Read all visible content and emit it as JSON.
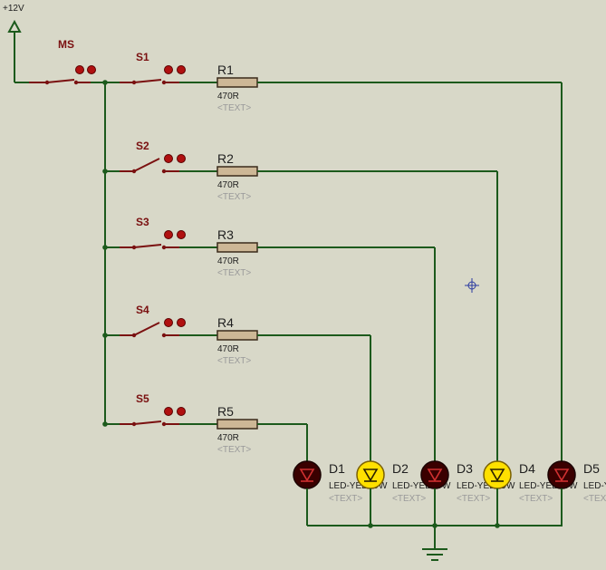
{
  "power": {
    "label": "+12V"
  },
  "main_switch": {
    "ref": "MS"
  },
  "switches": [
    {
      "ref": "S1"
    },
    {
      "ref": "S2"
    },
    {
      "ref": "S3"
    },
    {
      "ref": "S4"
    },
    {
      "ref": "S5"
    }
  ],
  "resistors": [
    {
      "ref": "R1",
      "value": "470R",
      "text": "<TEXT>"
    },
    {
      "ref": "R2",
      "value": "470R",
      "text": "<TEXT>"
    },
    {
      "ref": "R3",
      "value": "470R",
      "text": "<TEXT>"
    },
    {
      "ref": "R4",
      "value": "470R",
      "text": "<TEXT>"
    },
    {
      "ref": "R5",
      "value": "470R",
      "text": "<TEXT>"
    }
  ],
  "leds": [
    {
      "ref": "D1",
      "part": "LED-YELLOW",
      "text": "<TEXT>",
      "lit": false
    },
    {
      "ref": "D2",
      "part": "LED-YELLOW",
      "text": "<TEXT>",
      "lit": true
    },
    {
      "ref": "D3",
      "part": "LED-YELLOW",
      "text": "<TEXT>",
      "lit": false
    },
    {
      "ref": "D4",
      "part": "LED-YELLOW",
      "text": "<TEXT>",
      "lit": true
    },
    {
      "ref": "D5",
      "part": "LED-YELLOW",
      "text": "<TEXT>",
      "lit": false
    }
  ],
  "colors": {
    "background": "#d8d8c8",
    "wire": "#1c5a1c",
    "component": "#7a1010",
    "led_off": "#3a0000",
    "led_on": "#ffe000"
  }
}
